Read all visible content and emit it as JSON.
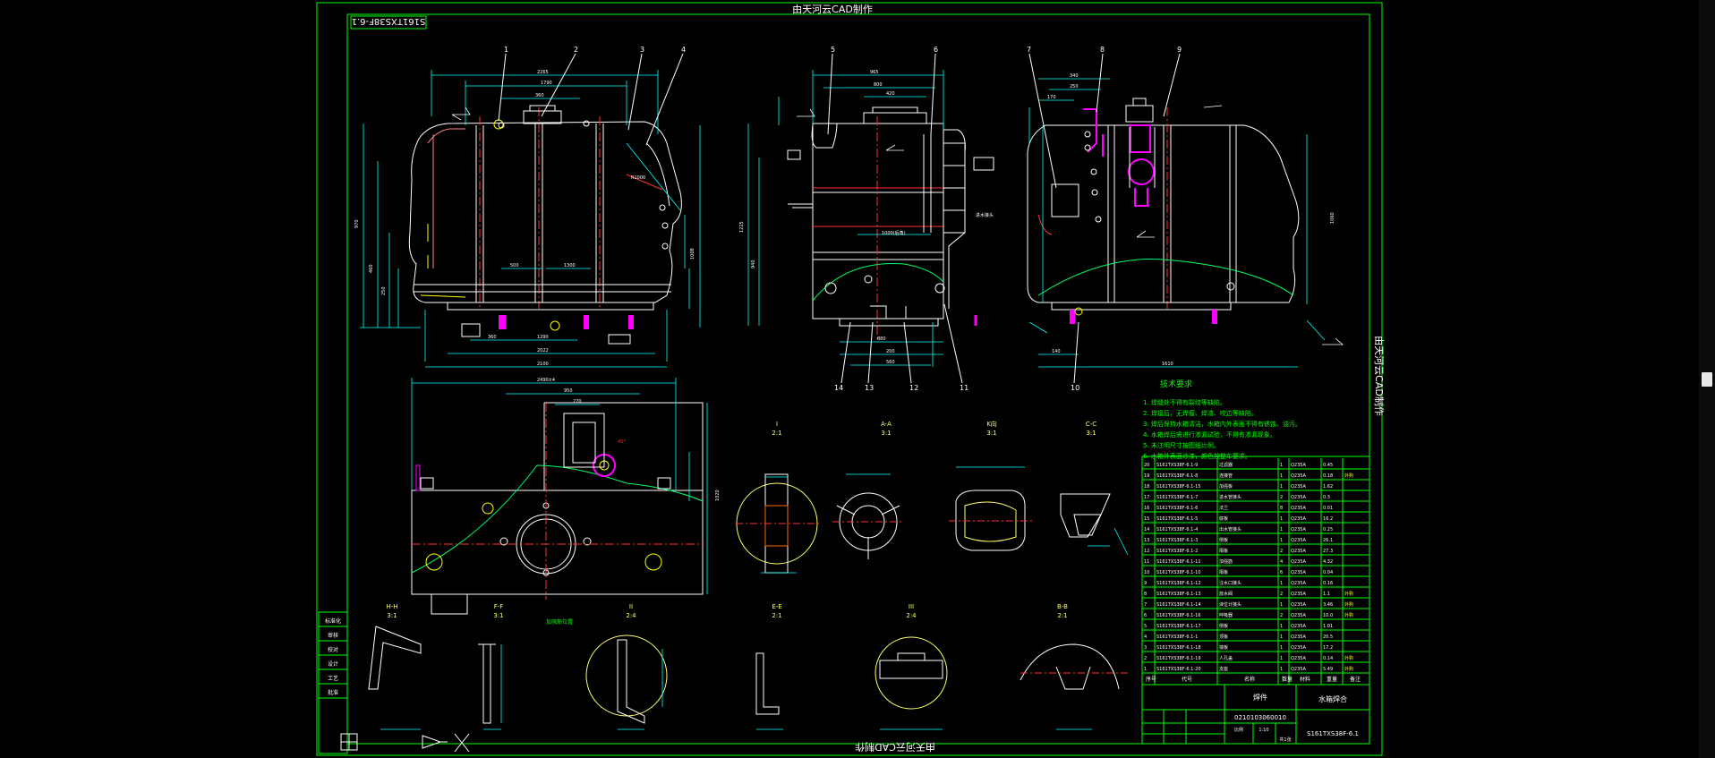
{
  "title_top": "由天河云CAD制作",
  "title_bottom": "由天河云CAD制作",
  "title_side": "由天河云CAD制作",
  "drawing_code_mirrored": "S161TXS38F-6.1",
  "part_callouts": [
    "1",
    "2",
    "3",
    "4",
    "5",
    "6",
    "7",
    "8",
    "9",
    "10",
    "11",
    "12",
    "13",
    "14"
  ],
  "section_labels": {
    "i_i": "I",
    "i_scale": "2:1",
    "a_a": "A-A",
    "a_scale": "3:1",
    "k_k": "K向",
    "k_scale": "3:1",
    "c_c": "C-C",
    "c_scale": "3:1",
    "h_h": "H-H",
    "h_scale": "3:1",
    "f_f": "F-F",
    "f_scale": "3:1",
    "ii": "II",
    "ii_scale": "2:4",
    "e_e": "E-E",
    "e_scale": "2:1",
    "iii": "III",
    "iii_scale": "2:4",
    "b_b": "B-B",
    "b_scale": "2:1"
  },
  "tech_requirements": {
    "heading": "技术要求",
    "items": [
      "1. 焊缝处不得有裂纹等缺陷。",
      "2. 焊接后，无焊瘤、焊渣、咬边等缺陷。",
      "3. 焊后保持水箱清洁，水箱内外表面不得有锈蚀、油污。",
      "4. 水箱焊后需进行渗漏试验，不得有渗漏现象。",
      "5. 未注明尺寸按图纸比例。",
      "6. 水箱外表面涂漆，颜色按整车要求。"
    ]
  },
  "bom_rows": [
    {
      "no": "20",
      "code": "S161TXS38F-6.1-9",
      "name": "过滤器",
      "qty": "1",
      "mat": "Q235A",
      "w": "0.45",
      "note": ""
    },
    {
      "no": "19",
      "code": "S161TXS38F-6.1-8",
      "name": "连接管",
      "qty": "1",
      "mat": "Q235A",
      "w": "0.18",
      "note": "外购"
    },
    {
      "no": "18",
      "code": "S161TXS38F-6.1-15",
      "name": "加强板",
      "qty": "1",
      "mat": "Q235A",
      "w": "1.62",
      "note": ""
    },
    {
      "no": "17",
      "code": "S161TXS38F-6.1-7",
      "name": "进水管接头",
      "qty": "2",
      "mat": "Q235A",
      "w": "0.3",
      "note": ""
    },
    {
      "no": "16",
      "code": "S161TXS38F-6.1-6",
      "name": "法兰",
      "qty": "8",
      "mat": "Q235A",
      "w": "0.01",
      "note": ""
    },
    {
      "no": "15",
      "code": "S161TXS38F-6.1-5",
      "name": "底板",
      "qty": "1",
      "mat": "Q235A",
      "w": "16.2",
      "note": ""
    },
    {
      "no": "14",
      "code": "S161TXS38F-6.1-4",
      "name": "出水管接头",
      "qty": "1",
      "mat": "Q235A",
      "w": "0.25",
      "note": ""
    },
    {
      "no": "13",
      "code": "S161TXS38F-6.1-3",
      "name": "侧板",
      "qty": "1",
      "mat": "Q235A",
      "w": "26.1",
      "note": ""
    },
    {
      "no": "12",
      "code": "S161TXS38F-6.1-2",
      "name": "隔板",
      "qty": "2",
      "mat": "Q235A",
      "w": "27.3",
      "note": ""
    },
    {
      "no": "11",
      "code": "S161TXS38F-6.1-11",
      "name": "加强筋",
      "qty": "4",
      "mat": "Q235A",
      "w": "4.32",
      "note": ""
    },
    {
      "no": "10",
      "code": "S161TXS38F-6.1-10",
      "name": "隔板",
      "qty": "6",
      "mat": "Q235A",
      "w": "0.04",
      "note": ""
    },
    {
      "no": "9",
      "code": "S161TXS38F-6.1-12",
      "name": "注水口接头",
      "qty": "1",
      "mat": "Q235A",
      "w": "0.16",
      "note": ""
    },
    {
      "no": "8",
      "code": "S161TXS38F-6.1-13",
      "name": "放水阀",
      "qty": "2",
      "mat": "Q235A",
      "w": "1.1",
      "note": "外购"
    },
    {
      "no": "7",
      "code": "S161TXS38F-6.1-14",
      "name": "液位计接头",
      "qty": "1",
      "mat": "Q235A",
      "w": "3.46",
      "note": "外购"
    },
    {
      "no": "6",
      "code": "S161TXS38F-6.1-16",
      "name": "呼吸器",
      "qty": "2",
      "mat": "Q235A",
      "w": "10.0",
      "note": "外购"
    },
    {
      "no": "5",
      "code": "S161TXS38F-6.1-17",
      "name": "侧板",
      "qty": "1",
      "mat": "Q235A",
      "w": "1.01",
      "note": ""
    },
    {
      "no": "4",
      "code": "S161TXS38F-6.1-1",
      "name": "顶板",
      "qty": "1",
      "mat": "Q235A",
      "w": "20.5",
      "note": ""
    },
    {
      "no": "3",
      "code": "S161TXS38F-6.1-18",
      "name": "端板",
      "qty": "1",
      "mat": "Q235A",
      "w": "17.2",
      "note": ""
    },
    {
      "no": "2",
      "code": "S161TXS38F-6.1-19",
      "name": "人孔盖",
      "qty": "1",
      "mat": "Q235A",
      "w": "0.14",
      "note": "外购"
    },
    {
      "no": "1",
      "code": "S161TXS38F-6.1-20",
      "name": "支座",
      "qty": "1",
      "mat": "Q235A",
      "w": "5.49",
      "note": "外购"
    }
  ],
  "bom_header": {
    "no": "序号",
    "code": "代号",
    "name": "名称",
    "qty": "数量",
    "mat": "材料",
    "w": "重量",
    "note": "备注"
  },
  "title_block": {
    "part_name": "水箱焊合",
    "material_label": "焊件",
    "drawing_no": "S161TXS38F-6.1",
    "doc_code": "0210103060010",
    "scale_label": "比例",
    "scale": "1:10",
    "sheet": "共1张"
  },
  "left_stamp_labels": [
    "标准化",
    "审核",
    "校对",
    "设计",
    "工艺",
    "批准"
  ],
  "colors": {
    "background": "#000000",
    "frame": "#00ff00",
    "outline": "#ffffff",
    "dimension": "#00ffff",
    "hidden": "#ff3333",
    "center": "#ff3333",
    "part": "#ff00ff",
    "text": "#00ff00",
    "leader": "#ffff00",
    "section": "#ffff66"
  }
}
